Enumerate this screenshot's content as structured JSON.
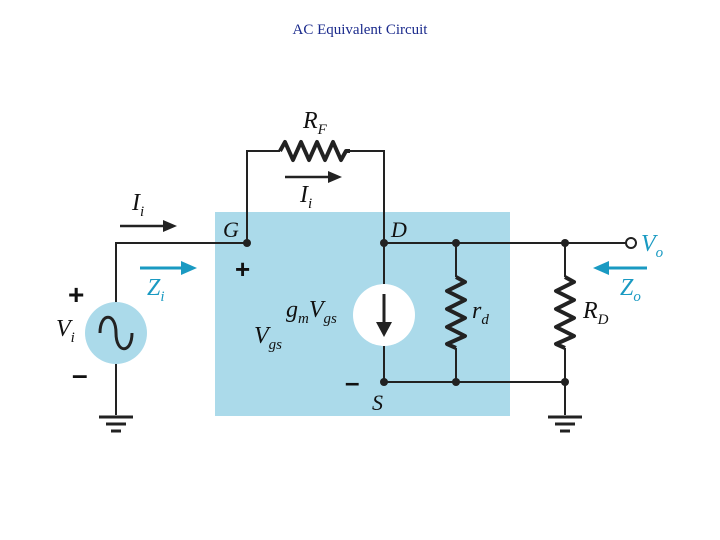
{
  "title": "AC Equivalent Circuit",
  "colors": {
    "box_fill": "#abdaea",
    "arrow_blue": "#1a9ac2",
    "wire": "#222222",
    "source_fill": "#abdaea",
    "title": "#1a2a8c"
  },
  "icons": {
    "source": "ac-sine-source-icon",
    "resistor": "zigzag-resistor-icon",
    "current_source": "dependent-current-source-icon",
    "ground": "ground-icon"
  },
  "labels": {
    "rf_main": "R",
    "rf_sub": "F",
    "ii_top_main": "I",
    "ii_top_sub": "i",
    "ii_left_main": "I",
    "ii_left_sub": "i",
    "g": "G",
    "d": "D",
    "s": "S",
    "vo_main": "V",
    "vo_sub": "o",
    "zi_main": "Z",
    "zi_sub": "i",
    "zo_main": "Z",
    "zo_sub": "o",
    "vi_main": "V",
    "vi_sub": "i",
    "gm_main": "g",
    "gm_sub": "m",
    "gm_v": "V",
    "gm_vsub": "gs",
    "vgs_main": "V",
    "vgs_sub": "gs",
    "rd_main": "r",
    "rd_sub": "d",
    "rD_main": "R",
    "rD_sub": "D",
    "plus_left": "+",
    "minus_left": "–",
    "plus_gs": "+",
    "minus_gs": "–"
  }
}
